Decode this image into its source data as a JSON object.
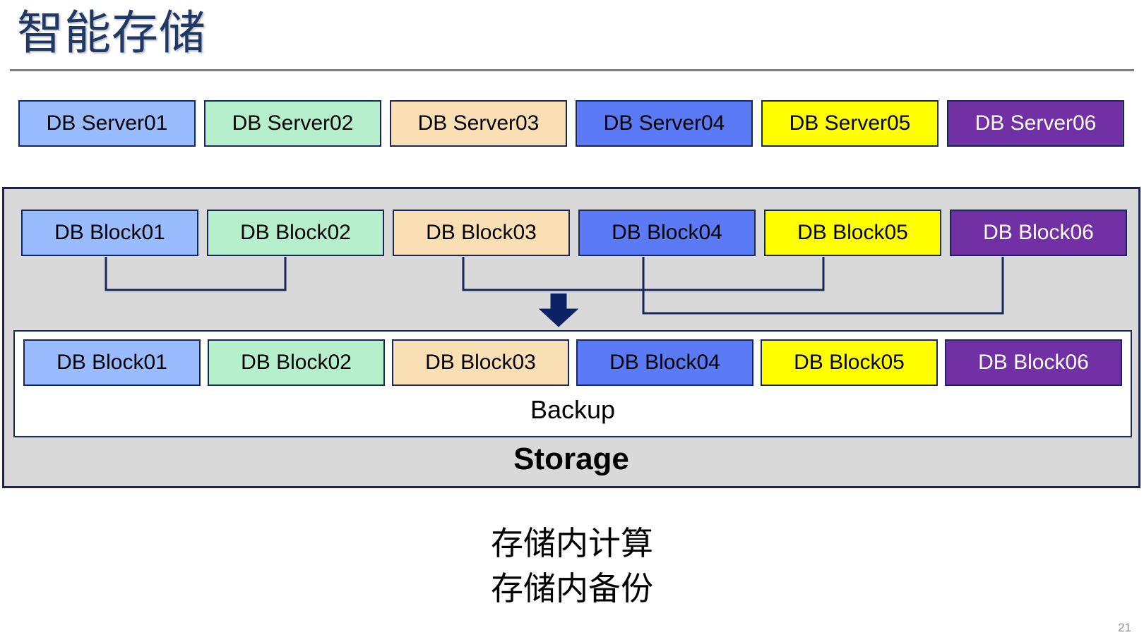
{
  "slide": {
    "title": "智能存储",
    "page_number": "21"
  },
  "servers": {
    "items": [
      {
        "label": "DB Server01",
        "color": "#99BBFF",
        "text_color": "#000000"
      },
      {
        "label": "DB Server02",
        "color": "#B6EFCB",
        "text_color": "#000000"
      },
      {
        "label": "DB Server03",
        "color": "#FADFB4",
        "text_color": "#000000"
      },
      {
        "label": "DB Server04",
        "color": "#5A7BF5",
        "text_color": "#000000"
      },
      {
        "label": "DB Server05",
        "color": "#FFFF00",
        "text_color": "#000000"
      },
      {
        "label": "DB Server06",
        "color": "#7130A3",
        "text_color": "#FFFFFF"
      }
    ]
  },
  "storage": {
    "caption": "Storage",
    "panel_color": "#D9D9D9",
    "border_color": "#17265B",
    "blocks": [
      {
        "label": "DB Block01",
        "color": "#99BBFF",
        "text_color": "#000000"
      },
      {
        "label": "DB Block02",
        "color": "#B6EFCB",
        "text_color": "#000000"
      },
      {
        "label": "DB Block03",
        "color": "#FADFB4",
        "text_color": "#000000"
      },
      {
        "label": "DB Block04",
        "color": "#5A7BF5",
        "text_color": "#000000"
      },
      {
        "label": "DB Block05",
        "color": "#FFFF00",
        "text_color": "#000000"
      },
      {
        "label": "DB Block06",
        "color": "#7130A3",
        "text_color": "#FFFFFF"
      }
    ],
    "connectors": [
      {
        "from": "DB Block01",
        "to": "DB Block02",
        "depth": 1
      },
      {
        "from": "DB Block03",
        "to": "DB Block05",
        "depth": 1
      },
      {
        "from": "DB Block04",
        "to": "DB Block06",
        "depth": 2
      }
    ],
    "arrow": "down-arrow",
    "backup": {
      "caption": "Backup",
      "blocks": [
        {
          "label": "DB Block01",
          "color": "#99BBFF",
          "text_color": "#000000"
        },
        {
          "label": "DB Block02",
          "color": "#B6EFCB",
          "text_color": "#000000"
        },
        {
          "label": "DB Block03",
          "color": "#FADFB4",
          "text_color": "#000000"
        },
        {
          "label": "DB Block04",
          "color": "#5A7BF5",
          "text_color": "#000000"
        },
        {
          "label": "DB Block05",
          "color": "#FFFF00",
          "text_color": "#000000"
        },
        {
          "label": "DB Block06",
          "color": "#7130A3",
          "text_color": "#FFFFFF"
        }
      ]
    }
  },
  "footer": {
    "lines": [
      "存储内计算",
      "存储内备份"
    ]
  }
}
